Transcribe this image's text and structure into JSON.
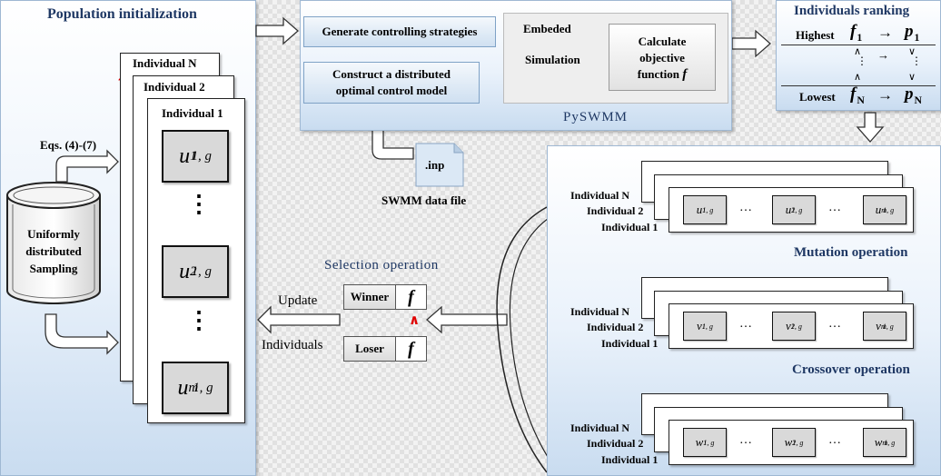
{
  "left_panel": {
    "title": "Population initialization",
    "eqs_label": "Eqs. (4)-(7)",
    "sampling_label": [
      "Uniformly",
      "distributed",
      "Sampling"
    ],
    "individuals": [
      "Individual N",
      "Individual 2",
      "Individual 1"
    ],
    "vars": [
      {
        "base": "u",
        "sub": "1, g",
        "sup": "1"
      },
      {
        "base": "u",
        "sub": "1, g",
        "sup": "2"
      },
      {
        "base": "u",
        "sub": "1, g",
        "sup": "m"
      }
    ],
    "dots": "⋮"
  },
  "pyswmm": {
    "label": "PySWMM",
    "generate": "Generate controlling strategies",
    "construct": [
      "Construct a distributed",
      "optimal control model"
    ],
    "embeded": "Embeded",
    "simulation": "Simulation",
    "calculate": [
      "Calculate",
      "objective",
      "function"
    ],
    "f": "f"
  },
  "swmm_file": {
    "ext": ".inp",
    "caption": "SWMM data file"
  },
  "ranking": {
    "title": "Individuals ranking",
    "highest": "Highest",
    "lowest": "Lowest",
    "f1": "f",
    "f1_sub": "1",
    "p1": "p",
    "p1_sub": "1",
    "fN": "f",
    "fN_sub": "N",
    "pN": "p",
    "pN_sub": "N",
    "arrow": "→",
    "ge": "∧",
    "vdots": "⋮",
    "gt": "∨"
  },
  "selection": {
    "title": "Selection operation",
    "winner": "Winner",
    "loser": "Loser",
    "f": "f",
    "caret": "∧",
    "update": "Update",
    "individuals": "Individuals"
  },
  "ops": {
    "mutation": "Mutation operation",
    "crossover": "Crossover operation",
    "individuals": [
      "Individual N",
      "Individual 2",
      "Individual 1"
    ],
    "ellipsis": "…",
    "groups": [
      {
        "base": "u",
        "sub": "1, g",
        "sups": [
          "1",
          "2",
          "m"
        ]
      },
      {
        "base": "v",
        "sub": "1, g",
        "sups": [
          "1",
          "2",
          "m"
        ]
      },
      {
        "base": "w",
        "sub": "1, g",
        "sups": [
          "1",
          "2",
          "m"
        ]
      }
    ]
  },
  "colors": {
    "title": "#1f3864",
    "accent_red": "#e00000",
    "panel_edge": "#9fb8d3",
    "box_gray": "#d9d9d9"
  }
}
